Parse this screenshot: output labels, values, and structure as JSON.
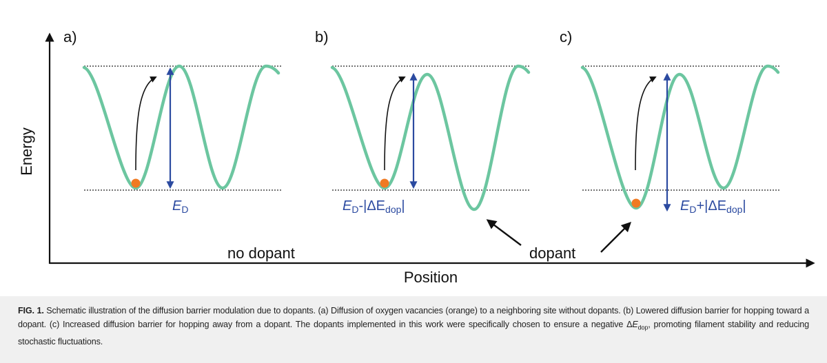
{
  "figure": {
    "axes": {
      "y_label": "Energy",
      "x_label": "Position"
    },
    "panels": [
      {
        "id": "a",
        "label": "a)",
        "barrier_main": "E",
        "barrier_sub": "D",
        "barrier_rest": "",
        "barrier_sub2": "",
        "barrier_tail": ""
      },
      {
        "id": "b",
        "label": "b)",
        "barrier_main": "E",
        "barrier_sub": "D",
        "barrier_rest": "-|ΔE",
        "barrier_sub2": "dop",
        "barrier_tail": "|"
      },
      {
        "id": "c",
        "label": "c)",
        "barrier_main": "E",
        "barrier_sub": "D",
        "barrier_rest": "+|ΔE",
        "barrier_sub2": "dop",
        "barrier_tail": "|"
      }
    ],
    "annotations": {
      "no_dopant": "no dopant",
      "dopant": "dopant"
    },
    "colors": {
      "curve": "#6cc6a0",
      "arrow": "#2b4aa0",
      "particle": "#f07a22",
      "axis": "#111111"
    }
  },
  "caption": {
    "label": "FIG. 1.",
    "text_1": " Schematic illustration of the diffusion barrier modulation due to dopants. (a) Diffusion of oxygen vacancies (orange) to a neighboring site without dopants. (b) Lowered diffusion barrier for hopping toward a dopant. (c) Increased diffusion barrier for hopping away from a dopant. The dopants implemented in this work were specifically chosen to ensure a negative Δ",
    "italic": "E",
    "sub": "dop",
    "text_2": ", promoting filament stability and reducing stochastic fluctuations."
  }
}
